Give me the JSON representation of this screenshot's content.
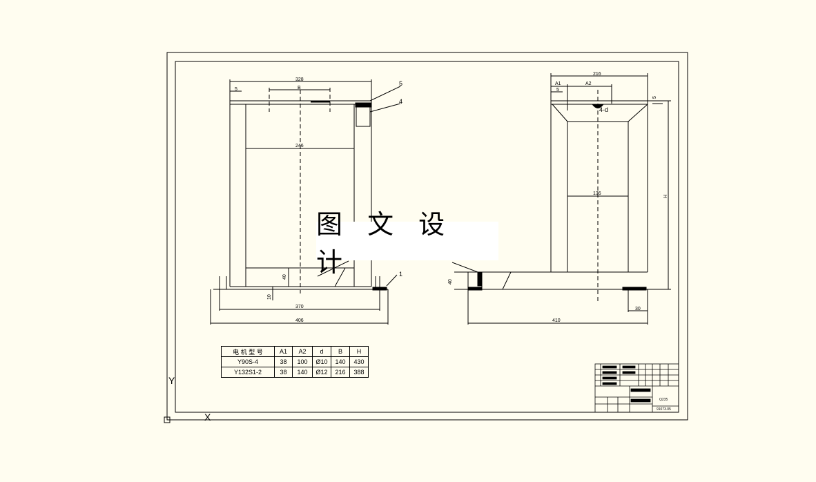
{
  "watermark": "图 文 设 计",
  "part_labels": [
    "5",
    "4",
    "1"
  ],
  "dims_left": {
    "top": "328",
    "b": "B",
    "five": "5",
    "inner": "246",
    "h40": "40",
    "h10": "10",
    "w370": "370",
    "w406": "406"
  },
  "dims_right": {
    "top": "216",
    "a1": "A1",
    "a2": "A2",
    "five_l": "5",
    "five_r": "5",
    "hole": "4-d",
    "inner": "136",
    "h": "H",
    "h40": "40",
    "w30": "30",
    "w410": "410"
  },
  "axes": {
    "y": "Y",
    "x": "X"
  },
  "spec_table": {
    "headers": [
      "电 机 型 号",
      "A1",
      "A2",
      "d",
      "B",
      "H"
    ],
    "rows": [
      [
        "Y90S-4",
        "38",
        "100",
        "Ø10",
        "140",
        "430"
      ],
      [
        "Y132S1-2",
        "38",
        "140",
        "Ø12",
        "216",
        "388"
      ]
    ]
  },
  "title_block": {
    "material": "Q235",
    "code": "91073.05"
  }
}
